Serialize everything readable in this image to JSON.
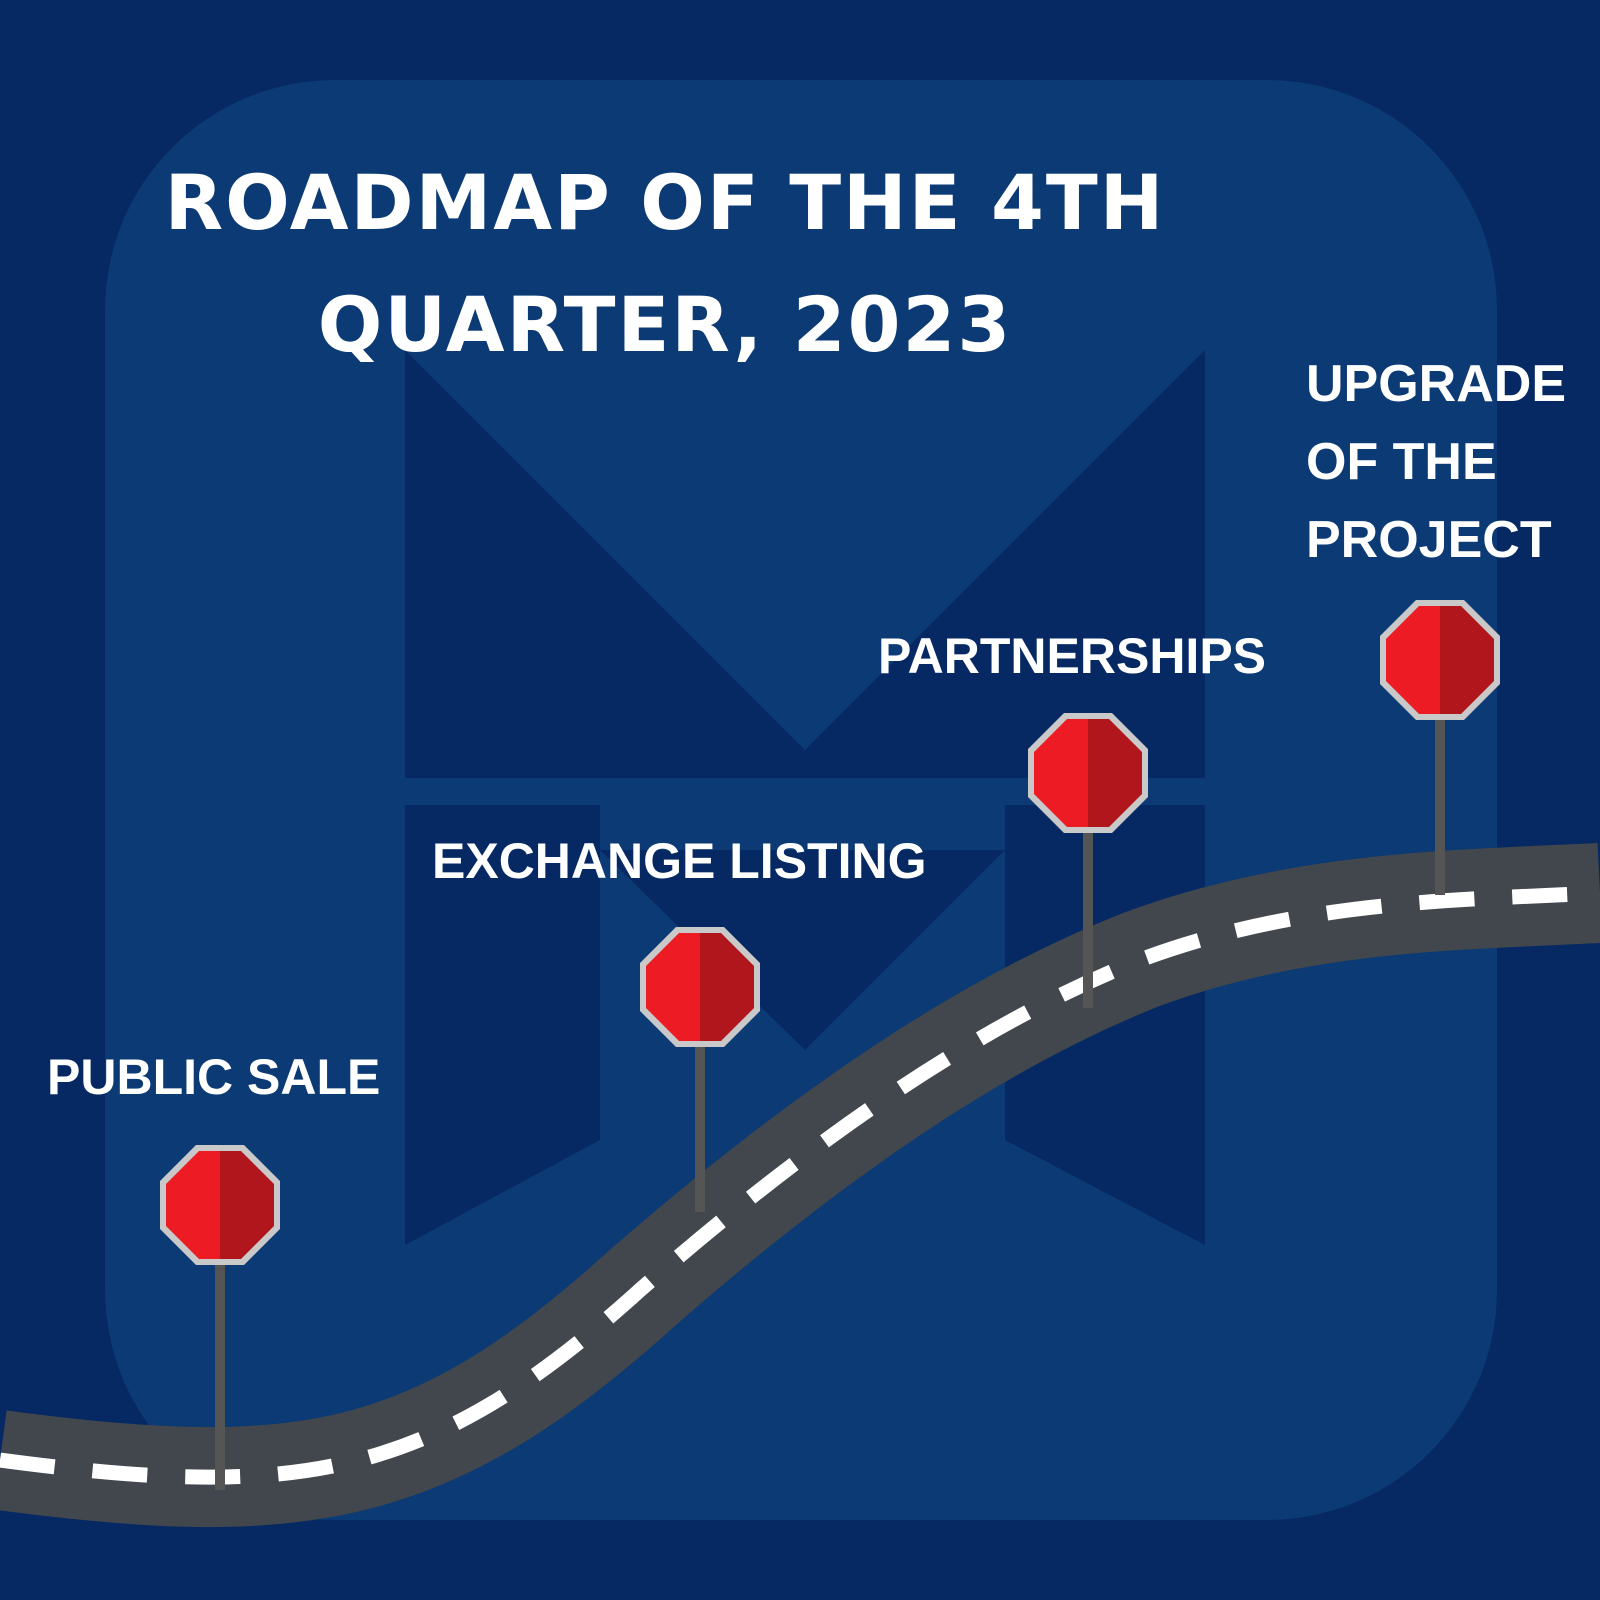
{
  "title": {
    "line1": "ROADMAP OF THE 4TH",
    "line2": "QUARTER, 2023"
  },
  "milestones": [
    {
      "label": "PUBLIC SALE"
    },
    {
      "label": "EXCHANGE LISTING"
    },
    {
      "label": "PARTNERSHIPS"
    },
    {
      "label_lines": [
        "UPGRADE",
        "OF THE",
        "PROJECT"
      ]
    }
  ],
  "colors": {
    "background": "#062963",
    "logo_watermark": "#0b3a74",
    "road": "#41474d",
    "road_dash": "#ffffff",
    "stop_sign_left": "#ed1c24",
    "stop_sign_right": "#b0161c",
    "stop_sign_border": "#c9c9c9",
    "pole": "#555555",
    "text": "#ffffff"
  },
  "icons": [
    "stop-sign-icon",
    "diamond-icon",
    "logo-watermark"
  ]
}
